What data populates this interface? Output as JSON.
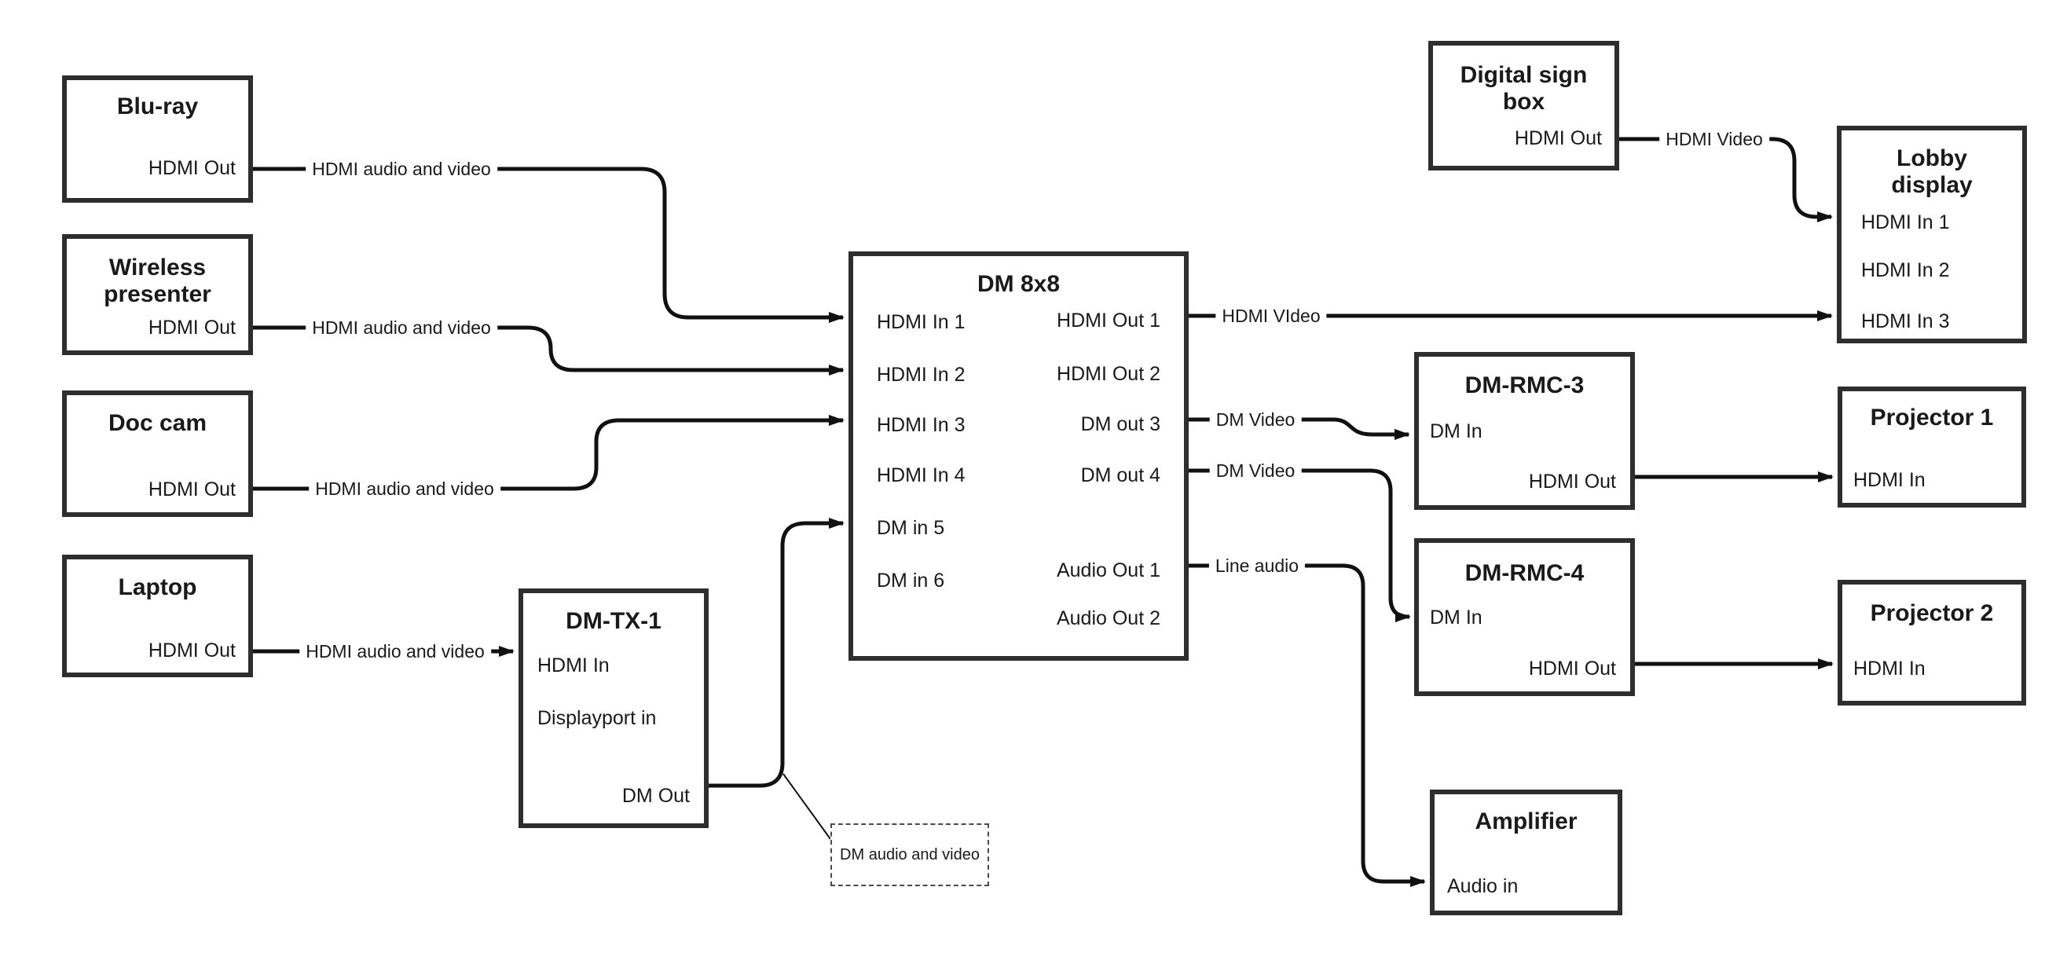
{
  "nodes": {
    "bluray": {
      "title": "Blu-ray",
      "port_hdmi_out": "HDMI Out"
    },
    "wireless": {
      "title": "Wireless presenter",
      "port_hdmi_out": "HDMI Out"
    },
    "doccam": {
      "title": "Doc cam",
      "port_hdmi_out": "HDMI Out"
    },
    "laptop": {
      "title": "Laptop",
      "port_hdmi_out": "HDMI Out"
    },
    "dmtx1": {
      "title": "DM-TX-1",
      "port_hdmi_in": "HDMI In",
      "port_dp_in": "Displayport in",
      "port_dm_out": "DM Out"
    },
    "dm8x8": {
      "title": "DM 8x8",
      "inputs": [
        "HDMI In 1",
        "HDMI In 2",
        "HDMI In 3",
        "HDMI In 4",
        "DM in 5",
        "DM in 6"
      ],
      "outputs": [
        "HDMI Out 1",
        "HDMI Out 2",
        "DM out 3",
        "DM out 4",
        "Audio Out 1",
        "Audio Out 2"
      ]
    },
    "digitalsign": {
      "title": "Digital sign box",
      "port_hdmi_out": "HDMI Out"
    },
    "lobby": {
      "title": "Lobby display",
      "inputs": [
        "HDMI In 1",
        "HDMI In 2",
        "HDMI In 3"
      ]
    },
    "dmrmc3": {
      "title": "DM-RMC-3",
      "port_dm_in": "DM In",
      "port_hdmi_out": "HDMI Out"
    },
    "proj1": {
      "title": "Projector 1",
      "port_hdmi_in": "HDMI In"
    },
    "dmrmc4": {
      "title": "DM-RMC-4",
      "port_dm_in": "DM In",
      "port_hdmi_out": "HDMI Out"
    },
    "proj2": {
      "title": "Projector 2",
      "port_hdmi_in": "HDMI In"
    },
    "amplifier": {
      "title": "Amplifier",
      "port_audio_in": "Audio in"
    }
  },
  "edge_labels": {
    "bluray_dm": "HDMI audio and video",
    "wireless_dm": "HDMI audio and video",
    "doccam_dm": "HDMI audio and video",
    "laptop_tx": "HDMI audio and video",
    "out1_lobby": "HDMI VIdeo",
    "out3_rmc3": "DM Video",
    "out4_rmc4": "DM Video",
    "audio1_amp": "Line audio",
    "sign_lobby": "HDMI Video"
  },
  "callout": {
    "text": "DM audio and video"
  },
  "colors": {
    "background": "#ffffff",
    "box_border": "#2e2e2e",
    "wire": "#111111",
    "text": "#1a1a1a"
  }
}
